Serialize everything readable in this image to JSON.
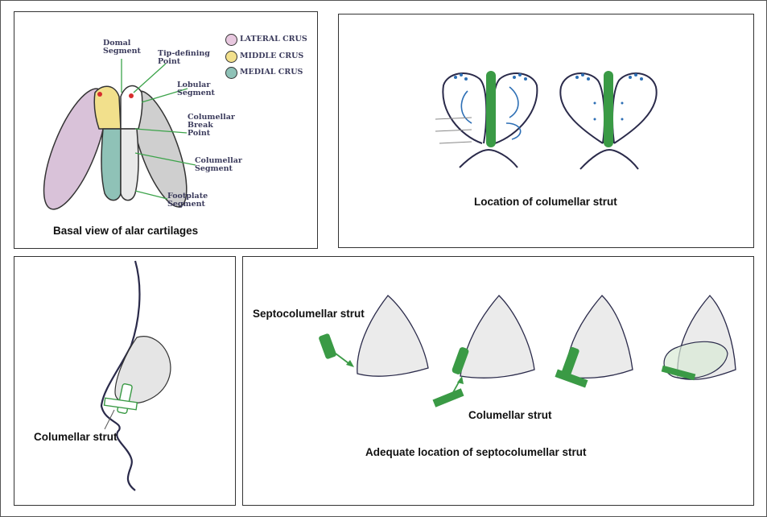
{
  "panel1": {
    "caption": "Basal view of alar cartilages",
    "labels": {
      "domal": "Domal\nSegment",
      "tip": "Tip-defining\nPoint",
      "lobular": "Lobular\nSegment",
      "break": "Columellar\nBreak\nPoint",
      "columellar": "Columellar\nSegment",
      "footplate": "Footplate\nSegment"
    },
    "legend": [
      {
        "label": "LATERAL CRUS",
        "color": "#e8c8df"
      },
      {
        "label": "MIDDLE CRUS",
        "color": "#f2e08c"
      },
      {
        "label": "MEDIAL CRUS",
        "color": "#8fc2b7"
      }
    ]
  },
  "panel2": {
    "caption": "Location of columellar strut"
  },
  "panel3": {
    "label": "Columellar strut"
  },
  "panel4": {
    "label_top": "Septocolumellar strut",
    "label_mid": "Columellar strut",
    "caption": "Adequate location of septocolumellar strut"
  },
  "colors": {
    "strut_green": "#3a9a45",
    "line": "#2a2a4a",
    "suture_blue": "#2d6fb5"
  }
}
